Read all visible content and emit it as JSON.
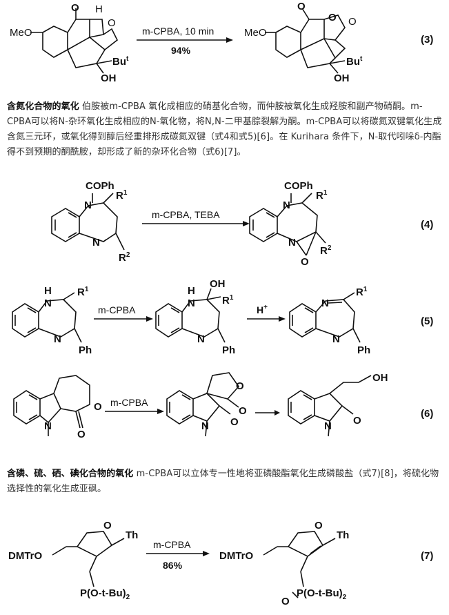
{
  "schemes": {
    "s3": {
      "left_substituent": "MeO",
      "left_h": "H",
      "left_o": "O",
      "left_ring_o": "O",
      "left_tbu": "Bu",
      "left_tbu_sup": "t",
      "left_oh": "OH",
      "reagent": "m-CPBA, 10 min",
      "yield": "94%",
      "right_substituent": "MeO",
      "right_o1": "O",
      "right_o2": "O",
      "right_ring_o": "O",
      "right_tbu": "Bu",
      "right_tbu_sup": "t",
      "right_oh": "OH",
      "label": "(3)"
    },
    "s4": {
      "left_cophe": "COPh",
      "left_r1": "R",
      "left_r1_sup": "1",
      "left_n1": "N",
      "left_n2": "N",
      "left_r2": "R",
      "left_r2_sup": "2",
      "reagent": "m-CPBA, TEBA",
      "right_cophe": "COPh",
      "right_r1": "R",
      "right_r1_sup": "1",
      "right_n1": "N",
      "right_n2": "N",
      "right_o": "O",
      "right_r2": "R",
      "right_r2_sup": "2",
      "label": "(4)"
    },
    "s5": {
      "a_h": "H",
      "a_n1": "N",
      "a_r1": "R",
      "a_r1_sup": "1",
      "a_n2": "N",
      "a_ph": "Ph",
      "reagent1": "m-CPBA",
      "b_h": "H",
      "b_n1": "N",
      "b_oh": "OH",
      "b_r1": "R",
      "b_r1_sup": "1",
      "b_n2": "N",
      "b_ph": "Ph",
      "reagent2": "H",
      "reagent2_sup": "+",
      "c_n1": "N",
      "c_r1": "R",
      "c_r1_sup": "1",
      "c_n2": "N",
      "c_ph": "Ph",
      "label": "(5)"
    },
    "s6": {
      "a_n": "N",
      "a_o1": "O",
      "a_o2": "O",
      "reagent": "m-CPBA",
      "b_o1": "O",
      "b_o2": "O",
      "b_n": "N",
      "b_o3": "O",
      "c_oh": "OH",
      "c_n": "N",
      "c_o": "O",
      "label": "(6)"
    },
    "s7": {
      "left_dmtr": "DMTrO",
      "left_o": "O",
      "left_th": "Th",
      "left_p": "P(O-t-Bu)",
      "left_p_sub": "2",
      "reagent": "m-CPBA",
      "yield": "86%",
      "right_dmtr": "DMTrO",
      "right_o": "O",
      "right_th": "Th",
      "right_po": "O",
      "right_p": "P(O-t-Bu)",
      "right_p_sub": "2",
      "label": "(7)"
    }
  },
  "paragraphs": {
    "p1_lead": "含氮化合物的氧化",
    "p1_body": " 伯胺被m-CPBA 氧化成相应的硝基化合物，而仲胺被氧化生成羟胺和副产物硝酮。m-CPBA可以将N-杂环氧化生成相应的N-氧化物，将N,N-二甲基腙裂解为酮。m-CPBA可以将碳氮双键氧化生成含氮三元环，或氧化得到醇后经重排形成碳氮双键（式4和式5)[6]。在 Kurihara 条件下，N-取代吲哚δ-内酯得不到预期的酮酰胺，却形成了新的杂环化合物（式6)[7]。",
    "p2_lead": "含磷、硫、硒、碘化合物的氧化",
    "p2_body": " m-CPBA可以立体专一性地将亚磷酸酯氧化生成磷酸盐（式7)[8]，将硫化物选择性的氧化生成亚砜。"
  }
}
